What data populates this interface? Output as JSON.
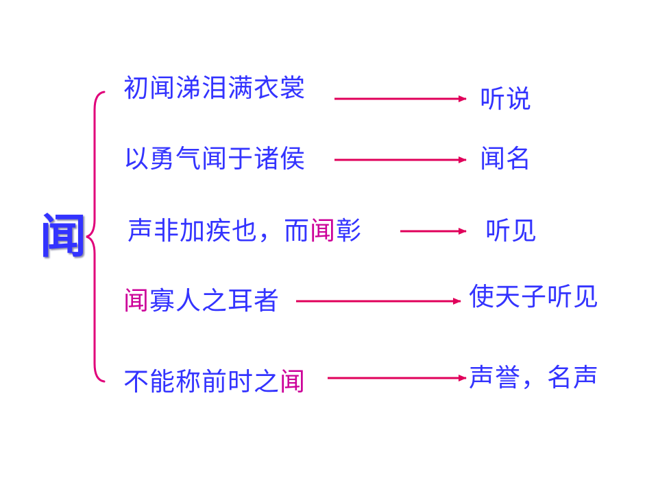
{
  "title_char": "闻",
  "colors": {
    "text": "#3333ff",
    "highlight": "#cc0099",
    "brace": "#e0007a",
    "arrow": "#e0005a"
  },
  "rows": [
    {
      "phrase": {
        "before": "初闻涕泪满衣裳",
        "hl": "",
        "after": ""
      },
      "meaning": "听说"
    },
    {
      "phrase": {
        "before": "以勇气闻于诸侯",
        "hl": "",
        "after": ""
      },
      "meaning": "闻名"
    },
    {
      "phrase": {
        "before": "声非加疾也，而",
        "hl": "闻",
        "after": "彰"
      },
      "meaning": "听见"
    },
    {
      "phrase": {
        "before": "",
        "hl": "闻",
        "after": "寡人之耳者"
      },
      "meaning": "使天子听见"
    },
    {
      "phrase": {
        "before": "不能称前时之",
        "hl": "闻",
        "after": ""
      },
      "meaning": "声誉，名声"
    }
  ]
}
